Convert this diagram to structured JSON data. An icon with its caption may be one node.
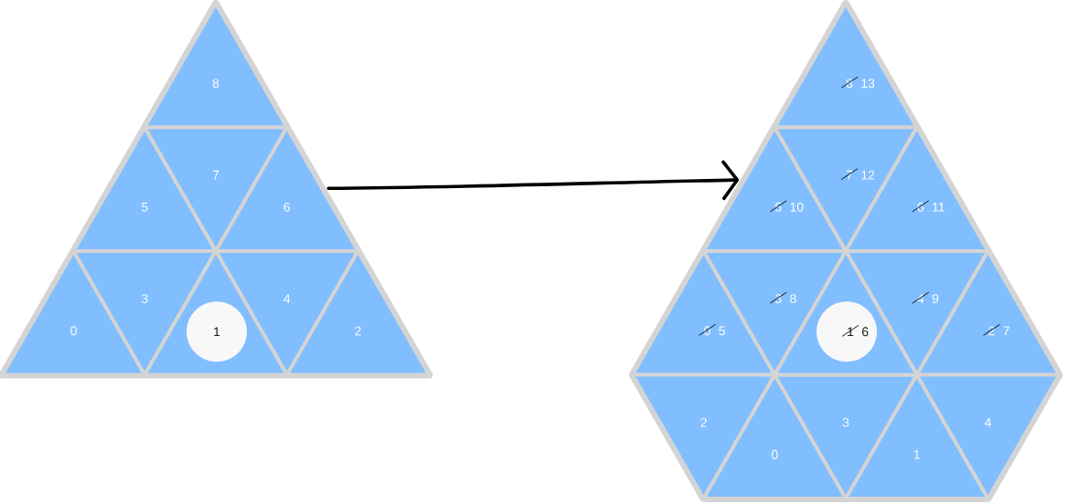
{
  "diagram": {
    "nodes": [
      {
        "text": [],
        "shape": "triangle"
      },
      {
        "text": [
          "8"
        ],
        "in": 0
      },
      {
        "text": [
          "5"
        ],
        "in": 0
      },
      {
        "text": [
          "7"
        ],
        "in": 0
      },
      {
        "text": [
          "6"
        ],
        "in": 0
      },
      {
        "text": [
          "0"
        ],
        "in": 0
      },
      {
        "text": [
          "3"
        ],
        "in": 0
      },
      {
        "text": [],
        "shape": "triangle",
        "in": 0
      },
      {
        "text": [
          "1"
        ],
        "in": 7
      },
      {
        "text": [
          "4"
        ],
        "in": 0
      },
      {
        "text": [
          "2"
        ],
        "in": 0
      },
      {
        "text": [],
        "shape": "pentagon"
      },
      {
        "text": [
          "8",
          "13"
        ],
        "in": 11
      },
      {
        "text": [
          "5",
          "10"
        ],
        "in": 11
      },
      {
        "text": [
          "7",
          "12"
        ],
        "in": 11
      },
      {
        "text": [
          "6",
          "11"
        ],
        "in": 11
      },
      {
        "text": [
          "0",
          "5"
        ],
        "in": 11
      },
      {
        "text": [
          "3",
          "8"
        ],
        "in": 11
      },
      {
        "text": [],
        "shape": "triangle",
        "in": 11
      },
      {
        "text": [
          "1",
          "6"
        ],
        "in": 18
      },
      {
        "text": [
          "4",
          "9"
        ],
        "in": 11
      },
      {
        "text": [
          "2",
          "7"
        ],
        "in": 11
      },
      {
        "text": [
          "2"
        ],
        "in": 11
      },
      {
        "text": [
          "0"
        ],
        "in": 11
      },
      {
        "text": [
          "3"
        ],
        "in": 11
      },
      {
        "text": [
          "1"
        ],
        "in": 11
      },
      {
        "text": [
          "4"
        ],
        "in": 11
      }
    ],
    "edges": [
      {
        "from": 0,
        "to": 11,
        "arrow": "to"
      }
    ]
  }
}
